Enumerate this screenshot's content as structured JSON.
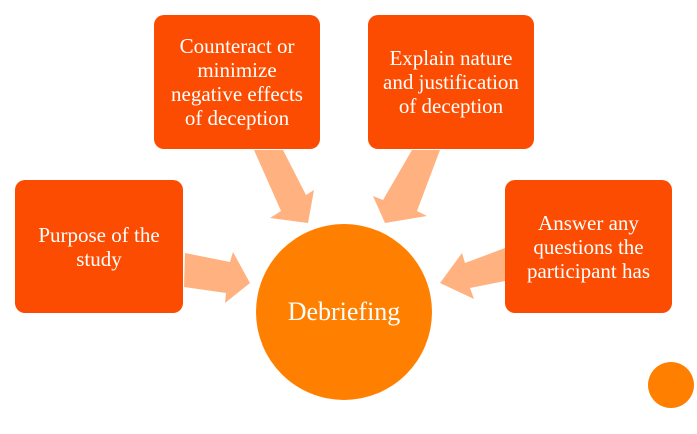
{
  "diagram": {
    "center": {
      "label": "Debriefing"
    },
    "nodes": [
      {
        "id": "purpose",
        "label": "Purpose of the study"
      },
      {
        "id": "counteract",
        "label": "Counteract or minimize negative effects of deception"
      },
      {
        "id": "explain",
        "label": "Explain nature and justification of deception"
      },
      {
        "id": "answer",
        "label": "Answer any questions the participant has"
      }
    ],
    "edges": [
      {
        "from": "purpose",
        "to": "center"
      },
      {
        "from": "counteract",
        "to": "center"
      },
      {
        "from": "explain",
        "to": "center"
      },
      {
        "from": "answer",
        "to": "center"
      }
    ],
    "colors": {
      "box": "#fc4c02",
      "center": "#ff7f00",
      "arrow": "#ffb27f",
      "text": "#ffffff"
    }
  }
}
